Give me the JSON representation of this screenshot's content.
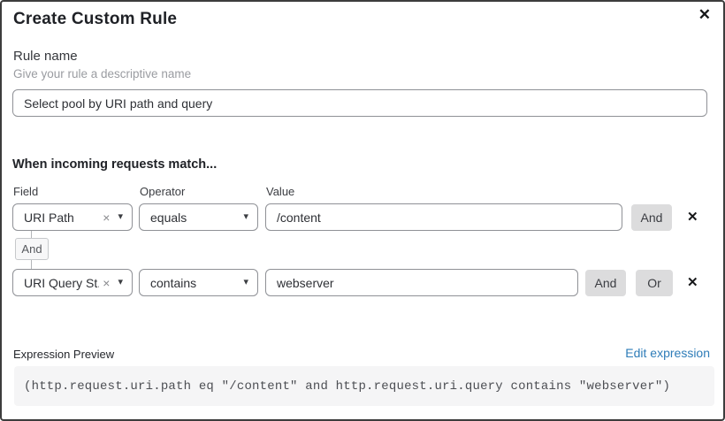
{
  "dialog": {
    "title": "Create Custom Rule"
  },
  "icons": {
    "close": "✕",
    "caret": "▾",
    "clear": "×",
    "remove": "✕"
  },
  "rule_name": {
    "label": "Rule name",
    "hint": "Give your rule a descriptive name",
    "value": "Select pool by URI path and query"
  },
  "match": {
    "heading": "When incoming requests match...",
    "columns": {
      "field": "Field",
      "operator": "Operator",
      "value": "Value"
    },
    "connector": "And",
    "rows": [
      {
        "field": "URI Path",
        "operator": "equals",
        "value": "/content",
        "and_label": "And"
      },
      {
        "field": "URI Query St...",
        "operator": "contains",
        "value": "webserver",
        "and_label": "And",
        "or_label": "Or"
      }
    ]
  },
  "expression": {
    "label": "Expression Preview",
    "edit_link": "Edit expression",
    "value": "(http.request.uri.path eq \"/content\" and http.request.uri.query contains \"webserver\")"
  },
  "colors": {
    "link_blue": "#2e7cb8",
    "button_gray": "#dcdcdd",
    "badge_gray": "#f7f7f8",
    "code_bg": "#f5f5f6",
    "input_border": "#8f9196",
    "dialog_border": "#3c3c3c"
  }
}
